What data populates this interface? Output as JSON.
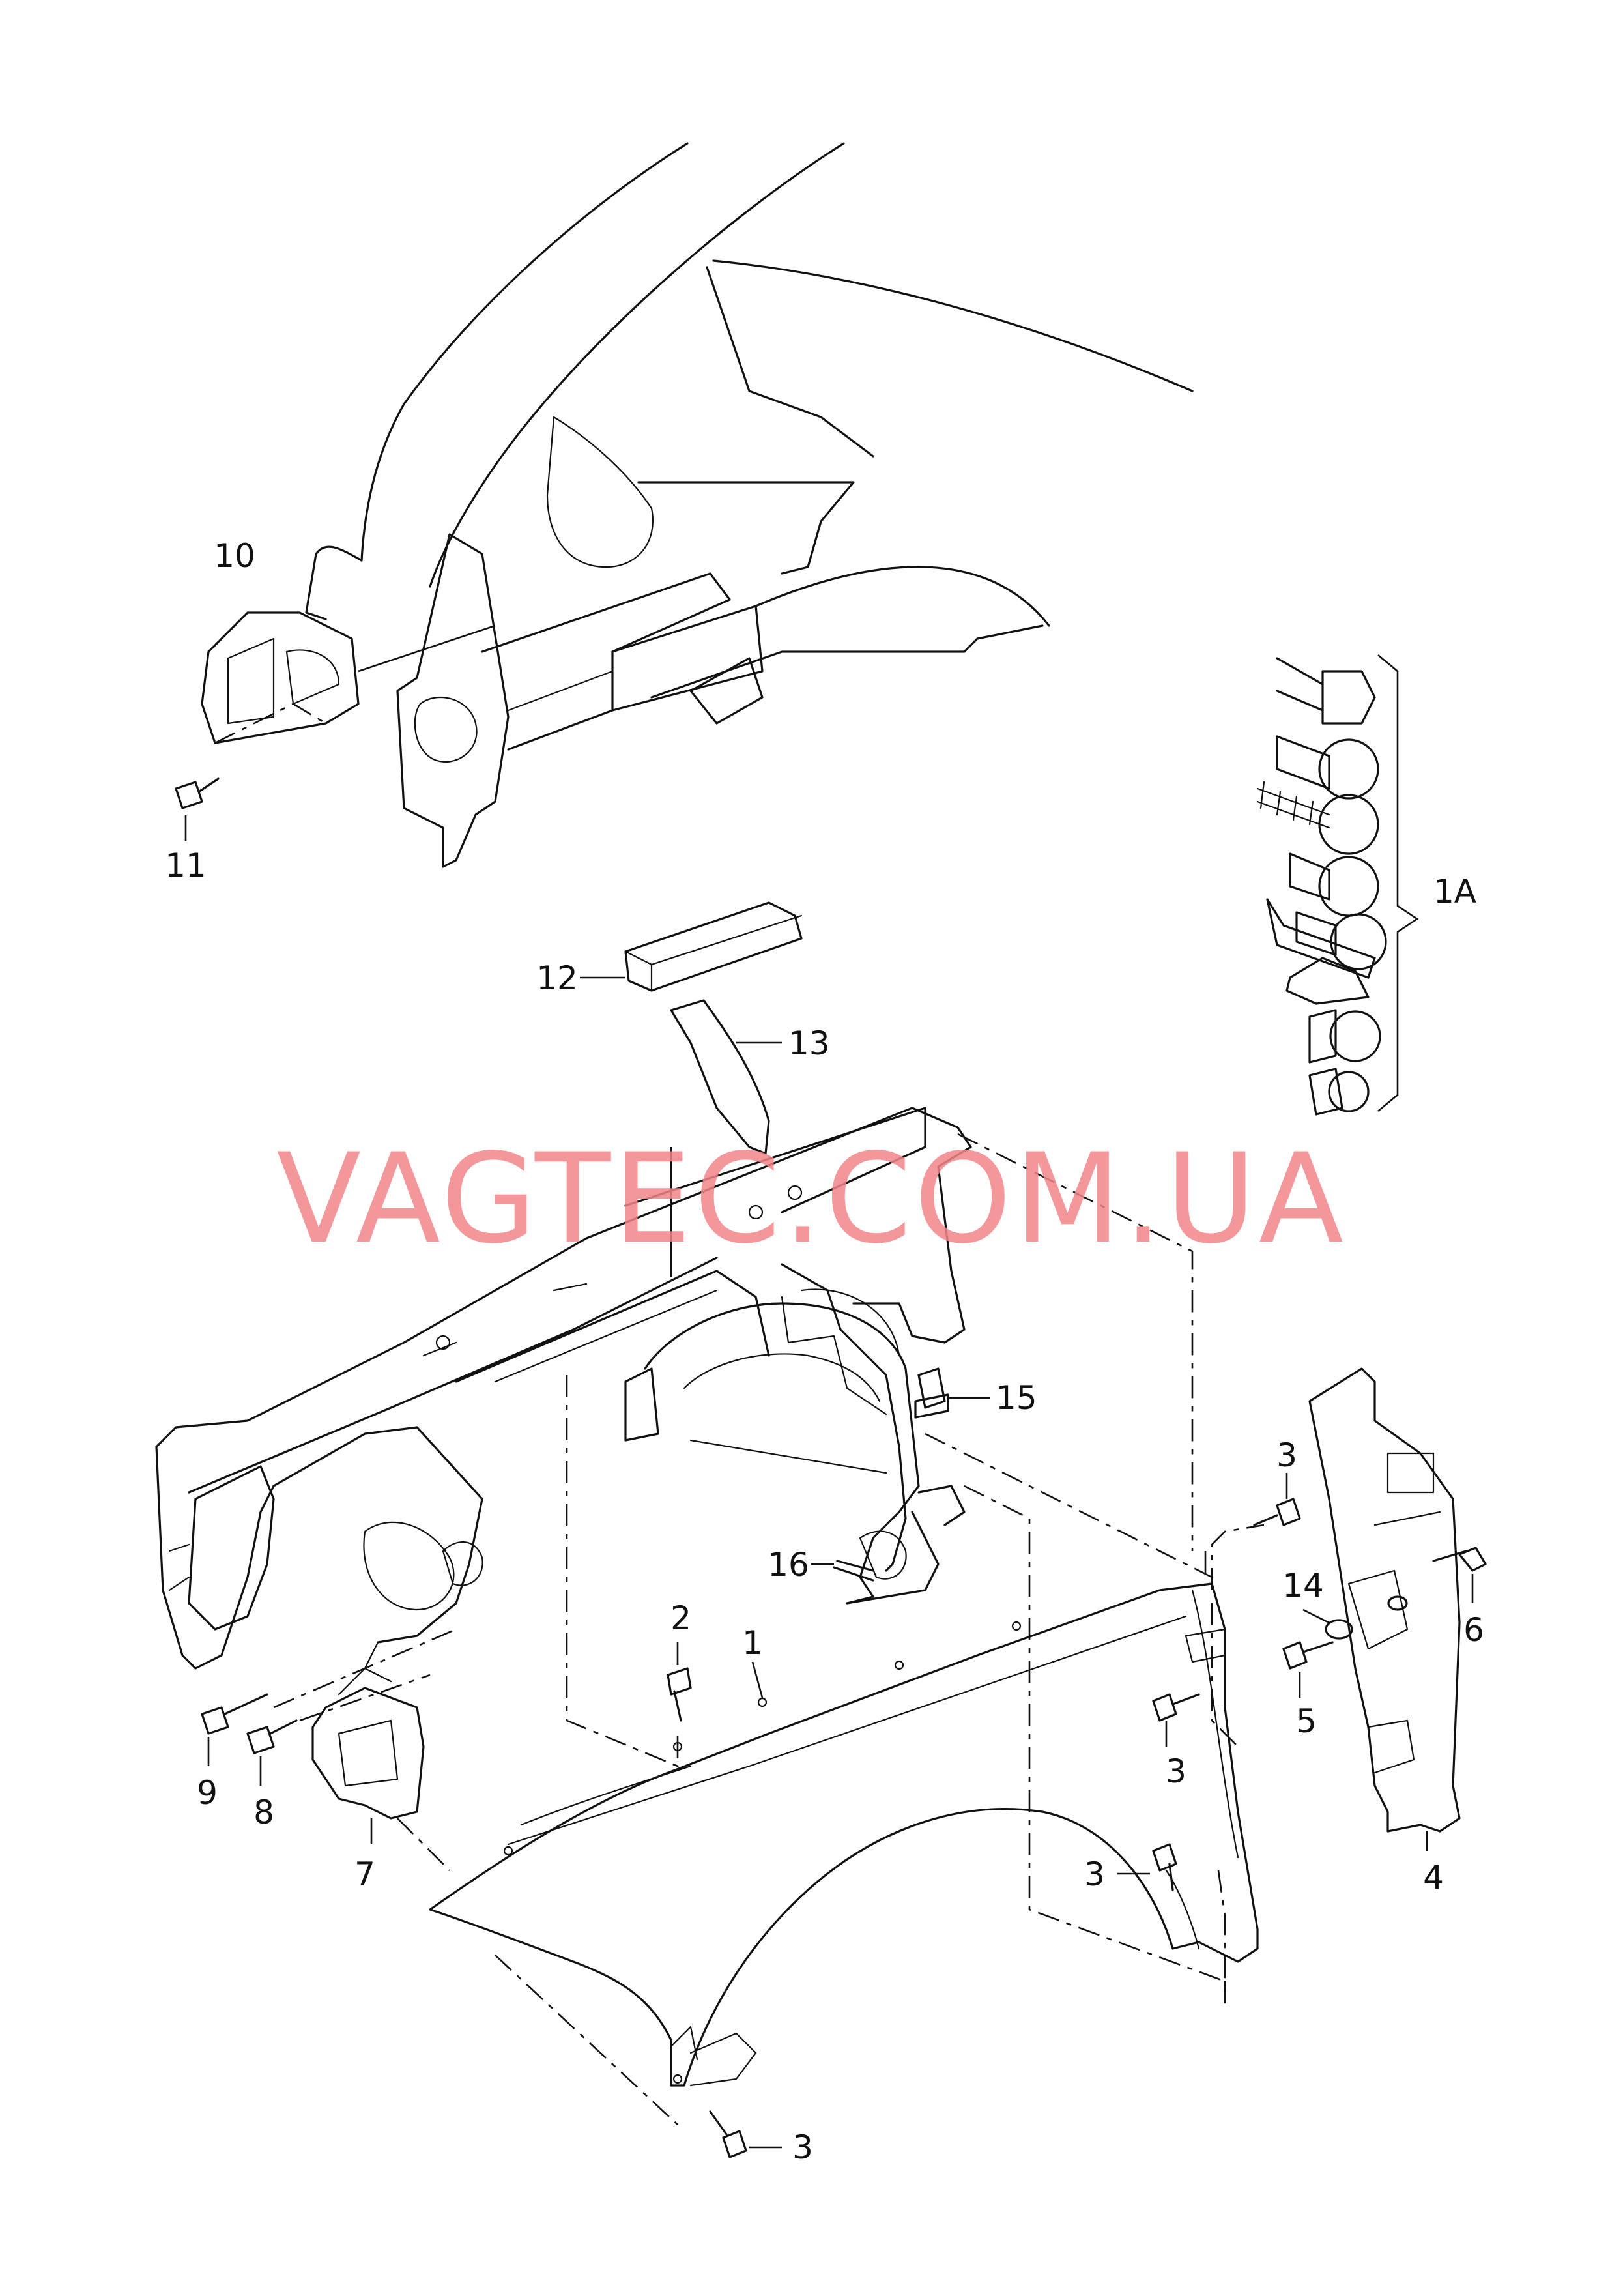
{
  "watermark": "VAGTEC.COM.UA",
  "callouts": {
    "c1": "1",
    "c1A": "1A",
    "c2": "2",
    "c3a": "3",
    "c3b": "3",
    "c3c": "3",
    "c3d": "3",
    "c4": "4",
    "c5": "5",
    "c6": "6",
    "c7": "7",
    "c8": "8",
    "c9": "9",
    "c10": "10",
    "c11": "11",
    "c12": "12",
    "c13": "13",
    "c14": "14",
    "c15": "15",
    "c16": "16"
  }
}
